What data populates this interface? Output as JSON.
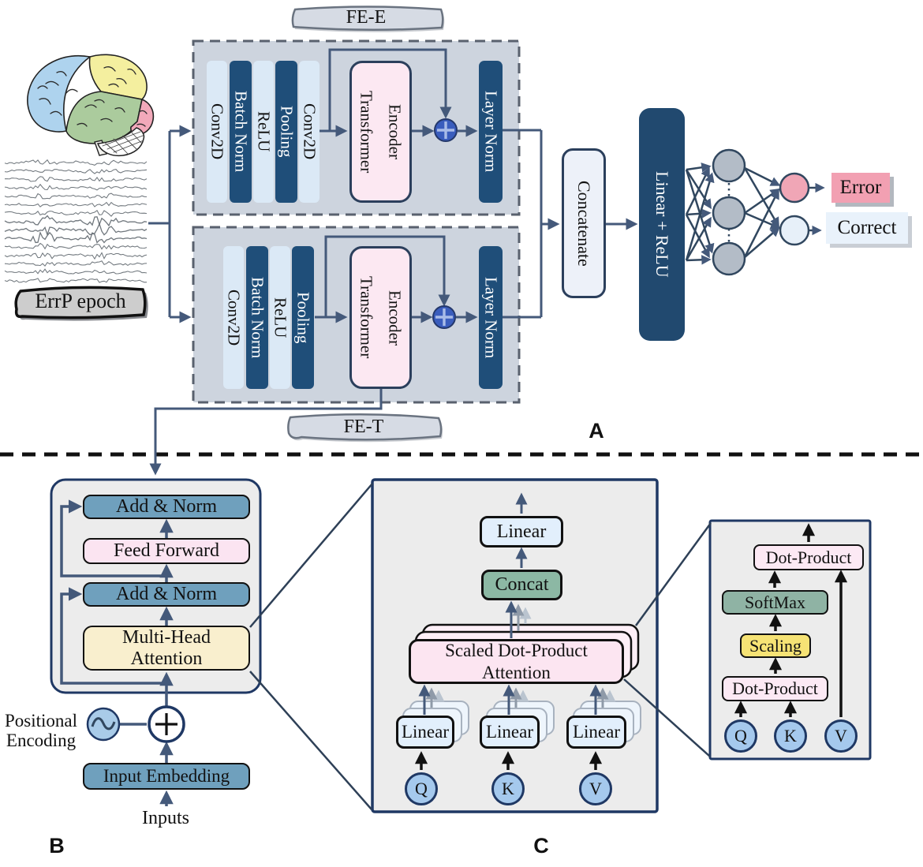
{
  "panel_a": {
    "label": "A",
    "errp_label": "ErrP epoch",
    "fe_e": {
      "banner": "FE-E",
      "layers": [
        "Conv2D",
        "Batch Norm",
        "ReLU",
        "Pooling",
        "Conv2D"
      ],
      "encoder": "Transformer Encoder",
      "norm": "Layer Norm"
    },
    "fe_t": {
      "banner": "FE-T",
      "layers": [
        "Conv2D",
        "Batch Norm",
        "ReLU",
        "Pooling"
      ],
      "encoder": "Transformer Encoder",
      "norm": "Layer Norm"
    },
    "concatenate": "Concatenate",
    "classifier": "Linear + ReLU",
    "outputs": {
      "error": "Error",
      "correct": "Correct"
    }
  },
  "panel_b": {
    "label": "B",
    "add_norm_top": "Add & Norm",
    "feed_forward": "Feed Forward",
    "add_norm_bottom": "Add & Norm",
    "multi_head_attention": "Multi-Head Attention",
    "positional_encoding": "Positional Encoding",
    "input_embedding": "Input Embedding",
    "inputs": "Inputs"
  },
  "panel_c": {
    "label": "C",
    "linear_out": "Linear",
    "concat": "Concat",
    "sdpa": "Scaled Dot-Product Attention",
    "linear_heads": [
      "Linear",
      "Linear",
      "Linear"
    ],
    "qkv": [
      "Q",
      "K",
      "V"
    ]
  },
  "panel_d": {
    "dot_product_top": "Dot-Product",
    "softmax": "SoftMax",
    "scaling": "Scaling",
    "dot_product_bottom": "Dot-Product",
    "qkv": [
      "Q",
      "K",
      "V"
    ]
  },
  "colors": {
    "line_navy": "#44597a",
    "dark_blue": "#1f4e79",
    "light_blue": "#dbe9f6",
    "encoder_pink": "#fce8f2",
    "sum_node_blue": "#3a5dbd",
    "steel_blue": "#6fa0bd",
    "attention_cream": "#f9efce",
    "concat_green": "#8cb8a4",
    "scaling_yellow": "#f6e375",
    "error_pink": "#f2a0b2",
    "correct_blue": "#e9f2fb",
    "qkv_blue": "#a5c9ed"
  }
}
